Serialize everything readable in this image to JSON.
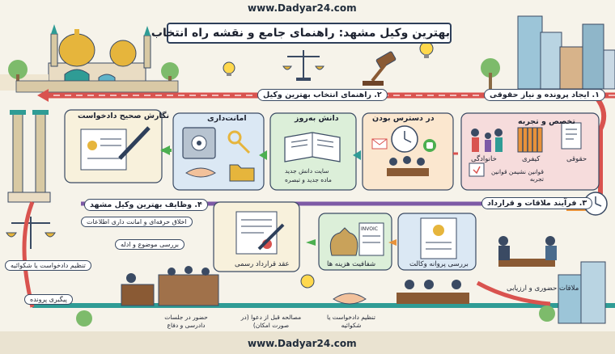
{
  "site_url_top": "www.Dadyar24.com",
  "site_url_bottom": "www.Dadyar24.com",
  "title": "بهترین وکیل مشهد: راهنمای جامع و نقشه راه انتخاب",
  "steps": {
    "s1": "۱. ایجاد پرونده و نیاز حقوقی",
    "s2": "۲. راهنمای انتخاب بهترین وکیل",
    "s3": "۳. فرآیند ملاقات و قرارداد",
    "s4": "۴. وظایف بهترین وکیل مشهد"
  },
  "boxes": {
    "expertise": {
      "title": "تخصص و تجربه",
      "labels": [
        "حقوقی",
        "کیفری",
        "خانوادگی"
      ],
      "note": "قوانین نشیمن قوانین تجربه"
    },
    "availability": {
      "title": "در دسترس بودن"
    },
    "knowledge": {
      "title": "دانش به‌روز",
      "notes": [
        "سایت دانش جدید",
        "ماده جدید و تبصره"
      ]
    },
    "trust": {
      "title": "امانت‌داری"
    },
    "petition": {
      "title": "نگارش صحیح دادخواست"
    }
  },
  "meeting": {
    "license": "بررسی پروانه وکالت",
    "fees": "شفافیت هزینه ها",
    "invoice": "INVOIC",
    "contract": "عقد قرارداد رسمی",
    "in_person": "ملاقات حضوری و ارزیابی"
  },
  "duties": {
    "ethics": "اخلاق حرفه‌ای و امانت داری اطلاعات",
    "review": "بررسی موضوع و ادله",
    "complaint": "تنظیم دادخواست یا شکوائیه",
    "followup": "پیگیری پرونده",
    "court": "حضور در جلسات دادرسی و دفاع",
    "settlement": "مصالحه قبل از دعوا (در صورت امکان)",
    "draft": "تنظیم دادخواست یا شکوائیه"
  },
  "colors": {
    "background": "#f6f3ea",
    "arrow_red": "#d9534f",
    "arrow_teal": "#2f9c95",
    "arrow_green": "#4caf50",
    "arrow_purple": "#7d5aa6",
    "arrow_orange": "#e8923a",
    "box_red": "#f6dcdc",
    "box_peach": "#fbe7cf",
    "box_green": "#dcefd9",
    "box_blue": "#dbe8f4",
    "box_cream": "#f8f1dc"
  },
  "icons": [
    "scales-icon",
    "gavel-icon",
    "clock-icon",
    "phone-icon",
    "mail-icon",
    "book-icon",
    "safe-icon",
    "key-icon",
    "handshake-icon",
    "folder-icon",
    "certificate-icon",
    "pen-icon",
    "money-bag-icon",
    "invoice-icon",
    "contract-icon",
    "lightbulb-icon",
    "building-icon",
    "mosque-icon",
    "tree-icon"
  ]
}
